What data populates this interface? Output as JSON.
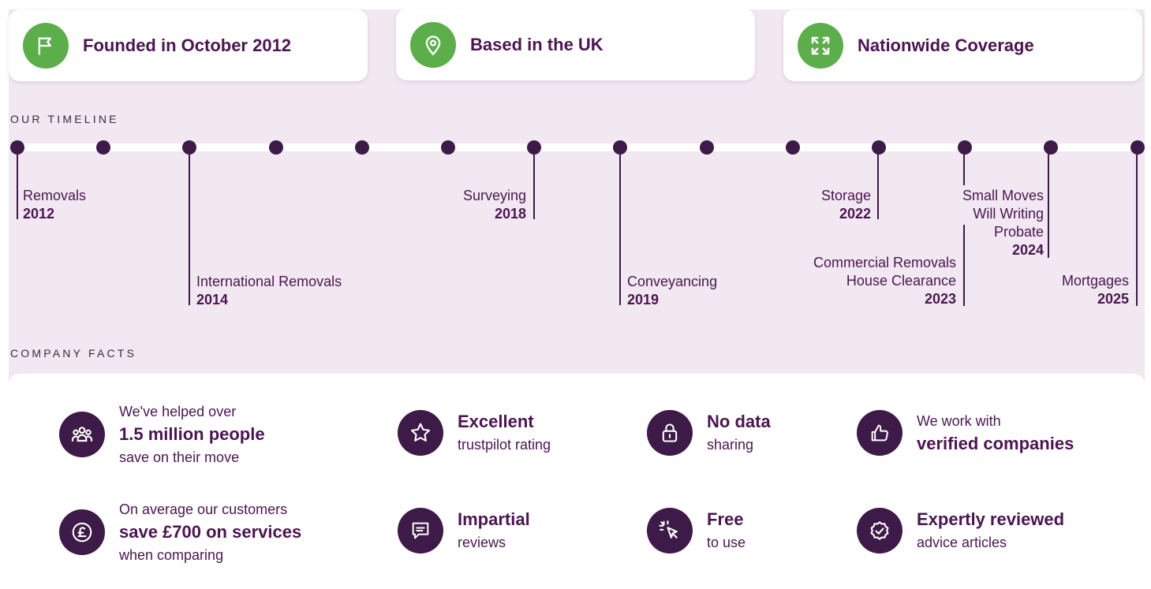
{
  "top_cards": [
    {
      "label": "Founded in October 2012",
      "icon": "flag-icon"
    },
    {
      "label": "Based in the UK",
      "icon": "location-pin-icon"
    },
    {
      "label": "Nationwide Coverage",
      "icon": "expand-arrows-icon"
    }
  ],
  "timeline": {
    "heading": "OUR TIMELINE",
    "events": [
      {
        "lines": [
          "Removals"
        ],
        "year": "2012"
      },
      {
        "lines": [
          "International Removals"
        ],
        "year": "2014"
      },
      {
        "lines": [
          "Surveying"
        ],
        "year": "2018"
      },
      {
        "lines": [
          "Conveyancing"
        ],
        "year": "2019"
      },
      {
        "lines": [
          "Storage"
        ],
        "year": "2022"
      },
      {
        "lines": [
          "Commercial Removals",
          "House Clearance"
        ],
        "year": "2023"
      },
      {
        "lines": [
          "Small Moves",
          "Will Writing",
          "Probate"
        ],
        "year": "2024"
      },
      {
        "lines": [
          "Mortgages"
        ],
        "year": "2025"
      }
    ]
  },
  "facts": {
    "heading": "COMPANY FACTS",
    "items": [
      {
        "icon": "people-icon",
        "pre": "We've helped over",
        "bold": "1.5 million people",
        "post": "save on their move"
      },
      {
        "icon": "star-icon",
        "bold": "Excellent",
        "post": "trustpilot rating"
      },
      {
        "icon": "padlock-icon",
        "bold": "No data",
        "post": "sharing"
      },
      {
        "icon": "thumbs-up-icon",
        "pre": "We work with",
        "bold": "verified companies"
      },
      {
        "icon": "pound-icon",
        "pre": "On average our customers",
        "bold": "save £700 on services",
        "post": "when comparing"
      },
      {
        "icon": "speech-bubble-icon",
        "bold": "Impartial",
        "post": "reviews"
      },
      {
        "icon": "cursor-click-icon",
        "bold": "Free",
        "post": "to use"
      },
      {
        "icon": "verified-badge-icon",
        "bold": "Expertly reviewed",
        "post": "advice articles"
      }
    ]
  },
  "colors": {
    "brand_purple": "#4a1550",
    "dark_purple": "#3d1a47",
    "green": "#5cae4b",
    "panel_bg": "#f2e8f2"
  }
}
